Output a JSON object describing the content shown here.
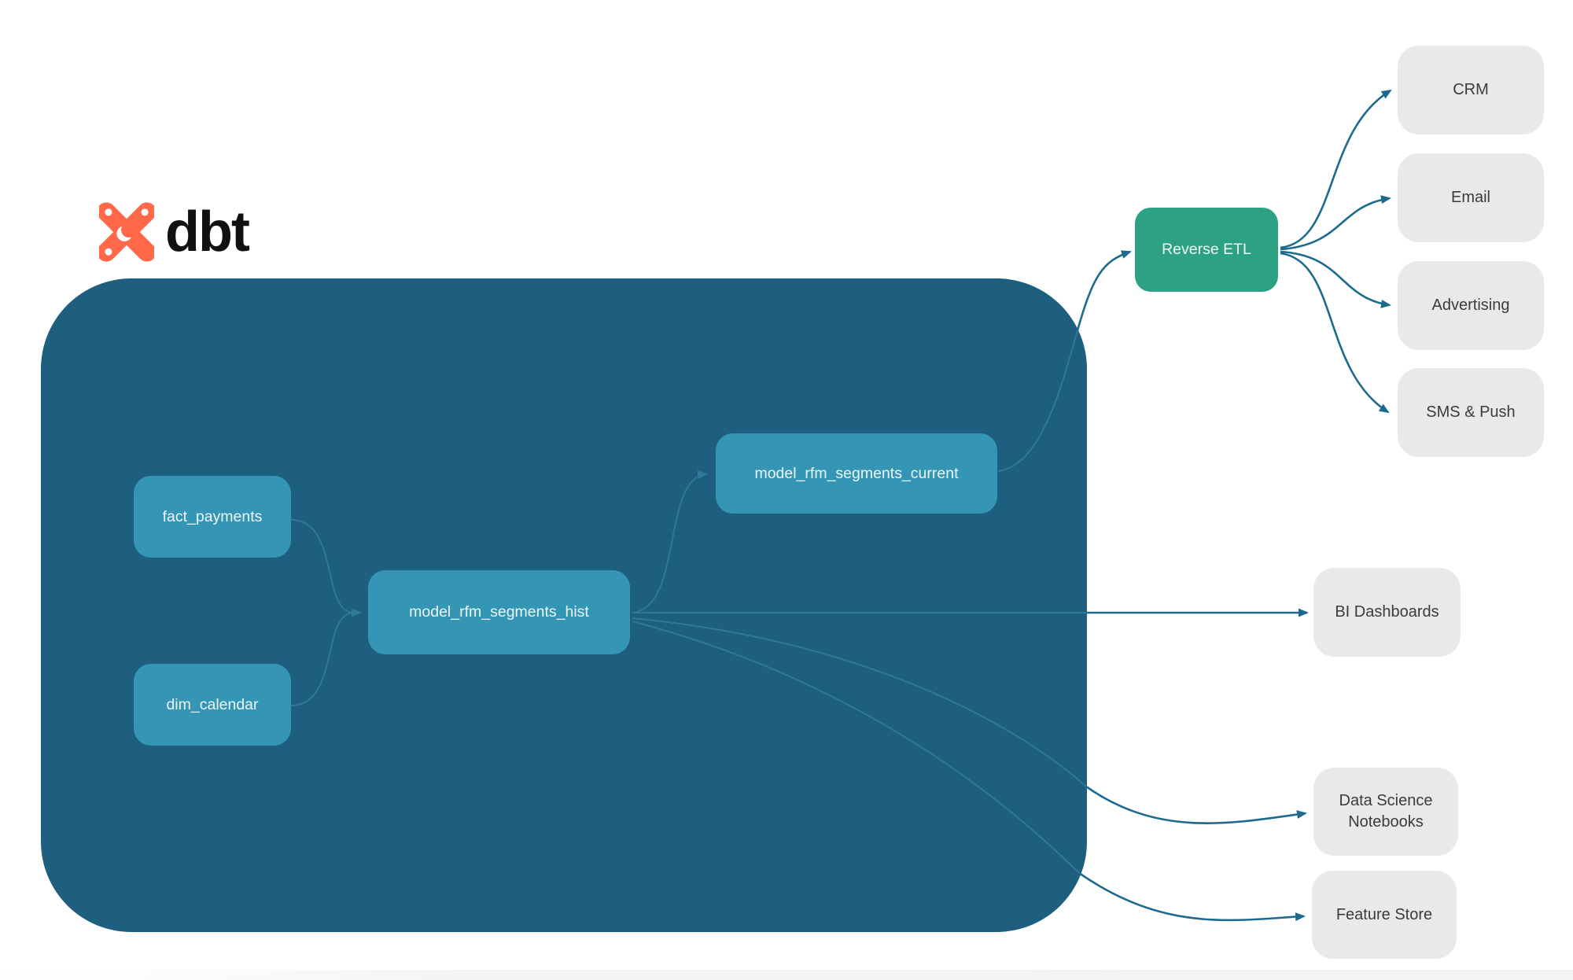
{
  "logo": {
    "brand": "dbt",
    "icon": "dbt-star-icon"
  },
  "diagram": {
    "warehouse_nodes": [
      {
        "id": "fact_payments",
        "label": "fact_payments"
      },
      {
        "id": "dim_calendar",
        "label": "dim_calendar"
      },
      {
        "id": "model_rfm_segments_hist",
        "label": "model_rfm_segments_hist"
      },
      {
        "id": "model_rfm_segments_current",
        "label": "model_rfm_segments_current"
      }
    ],
    "reverse_etl": {
      "label": "Reverse ETL"
    },
    "activation_destinations": [
      {
        "label": "CRM"
      },
      {
        "label": "Email"
      },
      {
        "label": "Advertising"
      },
      {
        "label": "SMS & Push"
      }
    ],
    "analytics_destinations": [
      {
        "label": "BI Dashboards"
      },
      {
        "label": "Data Science Notebooks"
      },
      {
        "label": "Feature Store"
      }
    ],
    "edges": [
      {
        "from": "fact_payments",
        "to": "model_rfm_segments_hist"
      },
      {
        "from": "dim_calendar",
        "to": "model_rfm_segments_hist"
      },
      {
        "from": "model_rfm_segments_hist",
        "to": "model_rfm_segments_current"
      },
      {
        "from": "model_rfm_segments_current",
        "to": "Reverse ETL"
      },
      {
        "from": "Reverse ETL",
        "to": "CRM"
      },
      {
        "from": "Reverse ETL",
        "to": "Email"
      },
      {
        "from": "Reverse ETL",
        "to": "Advertising"
      },
      {
        "from": "Reverse ETL",
        "to": "SMS & Push"
      },
      {
        "from": "model_rfm_segments_hist",
        "to": "BI Dashboards"
      },
      {
        "from": "model_rfm_segments_hist",
        "to": "Data Science Notebooks"
      },
      {
        "from": "model_rfm_segments_hist",
        "to": "Feature Store"
      }
    ]
  },
  "colors": {
    "container": "#1E5E7E",
    "model_node": "#3496B4",
    "reverse_etl": "#2DA183",
    "destination_box": "#E9E9E9",
    "connector_outside": "#1C6B8E",
    "connector_inside": "#2F7998",
    "logo_orange": "#FF694A",
    "logo_text": "#111111"
  }
}
